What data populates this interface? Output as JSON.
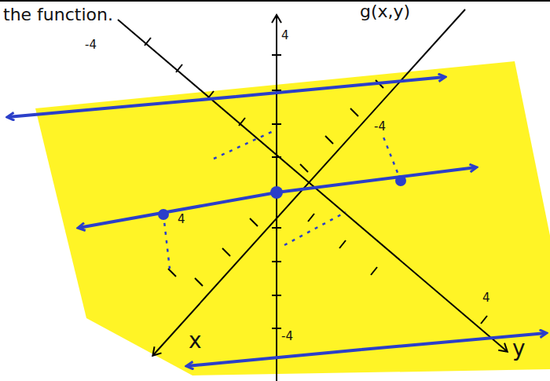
{
  "diagram": {
    "labels": [
      "the function.",
      "g(x,y)",
      "4",
      "-4",
      "-4",
      "4",
      "4",
      "-4",
      "x",
      "y"
    ]
  }
}
